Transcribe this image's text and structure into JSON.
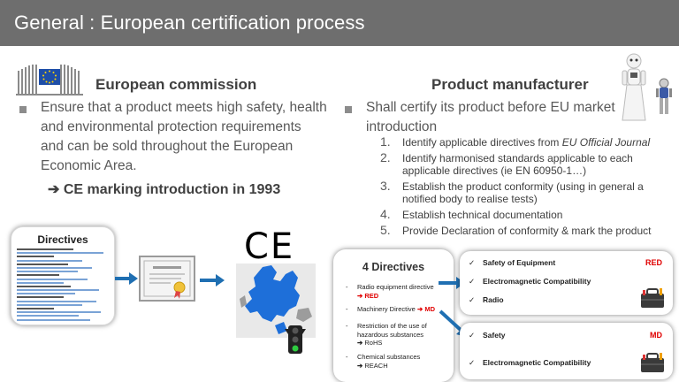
{
  "slide": {
    "title": "General : European certification process"
  },
  "left": {
    "heading": "European commission",
    "bullet_text": "Ensure that a product meets high safety, health and environmental protection requirements and can be sold throughout the European Economic Area.",
    "ce_intro": "➔ CE marking introduction in 1993",
    "directives_title": "Directives",
    "ce_mark": "CE"
  },
  "right": {
    "heading": "Product manufacturer",
    "bullet_text": "Shall certify its product before EU market introduction",
    "steps": [
      {
        "num": "1.",
        "text": "Identify applicable directives from ",
        "em": "EU Official Journal"
      },
      {
        "num": "2.",
        "text": "Identify harmonised standards applicable to each applicable directives (ie EN 60950-1…)"
      },
      {
        "num": "3.",
        "text": "Establish the product conformity (using in general a notified body to realise tests)"
      },
      {
        "num": "4.",
        "text": "Establish technical documentation"
      },
      {
        "num": "5.",
        "text": "Provide Declaration of conformity & mark the product"
      }
    ]
  },
  "directives_card": {
    "title": "4 Directives",
    "items": [
      {
        "dash": "-",
        "name": "Radio equipment directive",
        "arrow": "➔",
        "code": "RED",
        "red": true
      },
      {
        "dash": "-",
        "name": "Machinery Directive",
        "arrow": "➔",
        "code": "MD",
        "red": true
      },
      {
        "dash": "-",
        "name": "Restriction of the use of hazardous substances",
        "arrow": "➔",
        "code": "RoHS",
        "red": false
      },
      {
        "dash": "-",
        "name": "Chemical substances",
        "arrow": "➔",
        "code": "REACH",
        "red": false
      }
    ]
  },
  "panel_red": {
    "tag": "RED",
    "checks": [
      "Safety of Equipment",
      "Electromagnetic Compatibility",
      "Radio"
    ]
  },
  "panel_md": {
    "tag": "MD",
    "checks": [
      "Safety",
      "Electromagnetic Compatibility"
    ]
  },
  "check_mark": "✓",
  "colors": {
    "title_bar": "#6e6e6e",
    "accent_red": "#e00000",
    "arrow_blue": "#1f6fb2",
    "eu_blue": "#1e4ea8"
  }
}
